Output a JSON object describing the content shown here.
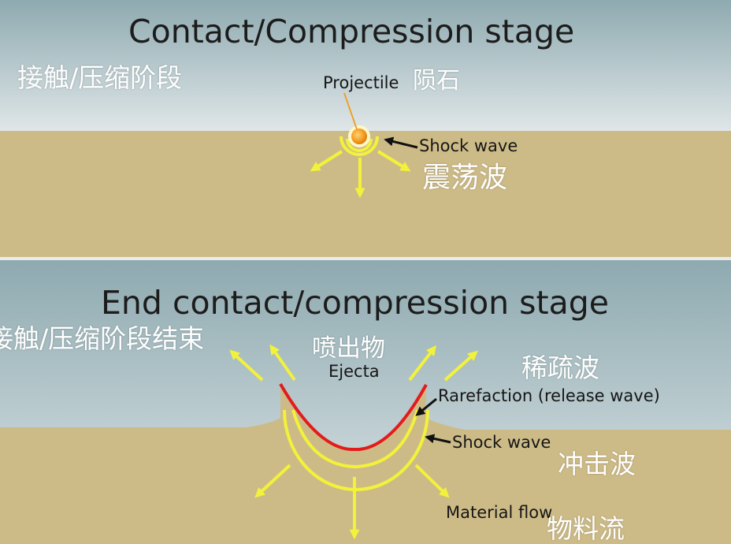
{
  "panels": {
    "top": {
      "title": "Contact/Compression stage",
      "title_zh": "接触/压缩阶段",
      "projectile_label": "Projectile",
      "projectile_label_zh": "陨石",
      "shock_wave_label": "Shock wave",
      "shock_wave_label_zh": "震荡波"
    },
    "bottom": {
      "title": "End contact/compression stage",
      "title_zh": "接触/压缩阶段结束",
      "ejecta_label_zh": "喷出物",
      "ejecta_label": "Ejecta",
      "rarefaction_label_zh": "稀疏波",
      "rarefaction_label": "Rarefaction (release wave)",
      "shock_wave_label": "Shock wave",
      "shock_wave_label_zh": "冲击波",
      "material_flow_label": "Material flow",
      "material_flow_label_zh": "物料流"
    }
  },
  "colors": {
    "sky_top": "#8eaab0",
    "sky_bottom": "#dfe6e8",
    "ground": "#cdbb87",
    "shock_wave": "#f2f23a",
    "projectile": "#f39a1a",
    "rarefaction": "#e41b1b",
    "leader_line": "#111111"
  }
}
